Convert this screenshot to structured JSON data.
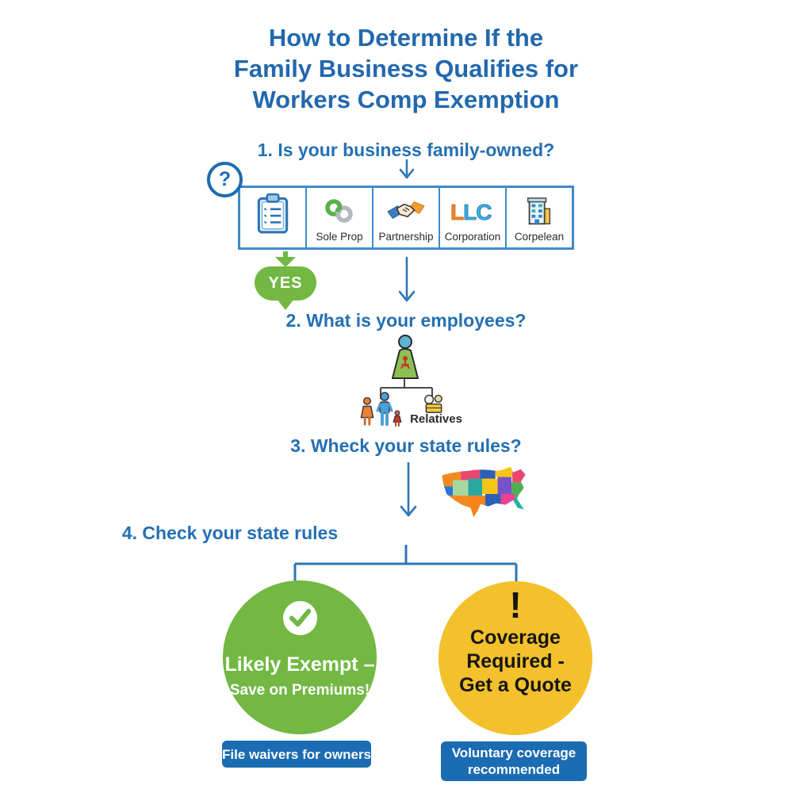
{
  "title": {
    "line1": "How to Determine If the",
    "line2": "Family Business Qualifies for",
    "line3": "Workers Comp Exemption"
  },
  "steps": {
    "step1": "1. Is your business family-owned?",
    "step2": "2. What is your employees?",
    "step3": "3. Wheck your state rules?",
    "step4": "4. Check your state rules"
  },
  "business_types": {
    "question_mark": "?",
    "items": [
      {
        "icon": "clipboard-icon",
        "label": ""
      },
      {
        "icon": "chain-link-icon",
        "label": "Sole Prop"
      },
      {
        "icon": "handshake-icon",
        "label": "Partnership"
      },
      {
        "icon": "llc-logo-icon",
        "label": "Corporation"
      },
      {
        "icon": "building-icon",
        "label": "Corpelean"
      }
    ]
  },
  "yes_label": "YES",
  "family": {
    "relatives_label": "Relatives"
  },
  "outcomes": {
    "exempt": {
      "icon": "check-icon",
      "title": "Likely Exempt –",
      "subtitle": "Save on Premiums!",
      "color": "#72b843"
    },
    "required": {
      "icon": "exclamation-icon",
      "exclamation": "!",
      "text": "Coverage Required - Get a Quote",
      "color": "#f3c12b"
    }
  },
  "actions": {
    "exempt_button": "File waivers for owners",
    "required_button": "Voluntary coverage recommended"
  },
  "colors": {
    "primary_blue": "#2268ae",
    "box_border_blue": "#4189c9",
    "green": "#72b843",
    "yellow": "#f3c12b",
    "button_blue": "#1b6cb2"
  }
}
